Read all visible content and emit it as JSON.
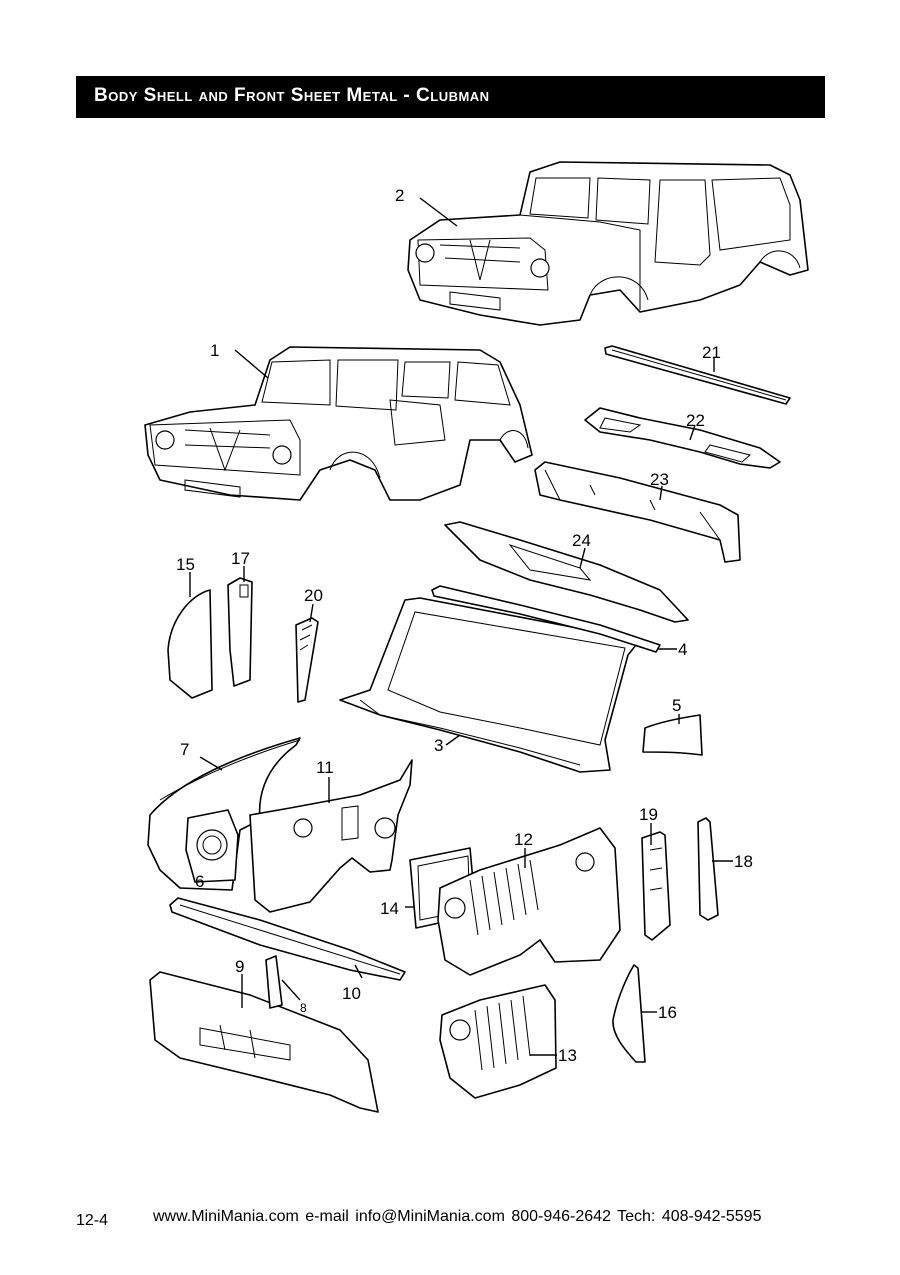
{
  "header": {
    "title": "Body Shell and Front Sheet Metal - Clubman"
  },
  "callouts": {
    "c1": "1",
    "c2": "2",
    "c3": "3",
    "c4": "4",
    "c5": "5",
    "c6": "6",
    "c7": "7",
    "c8": "8",
    "c9": "9",
    "c10": "10",
    "c11": "11",
    "c12": "12",
    "c13": "13",
    "c14": "14",
    "c15": "15",
    "c16": "16",
    "c17": "17",
    "c18": "18",
    "c19": "19",
    "c20": "20",
    "c21": "21",
    "c22": "22",
    "c23": "23",
    "c24": "24"
  },
  "footer": {
    "page_number": "12-4",
    "contact_line": "www.MiniMania.com  e-mail info@MiniMania.com   800-946-2642  Tech: 408-942-5595"
  }
}
